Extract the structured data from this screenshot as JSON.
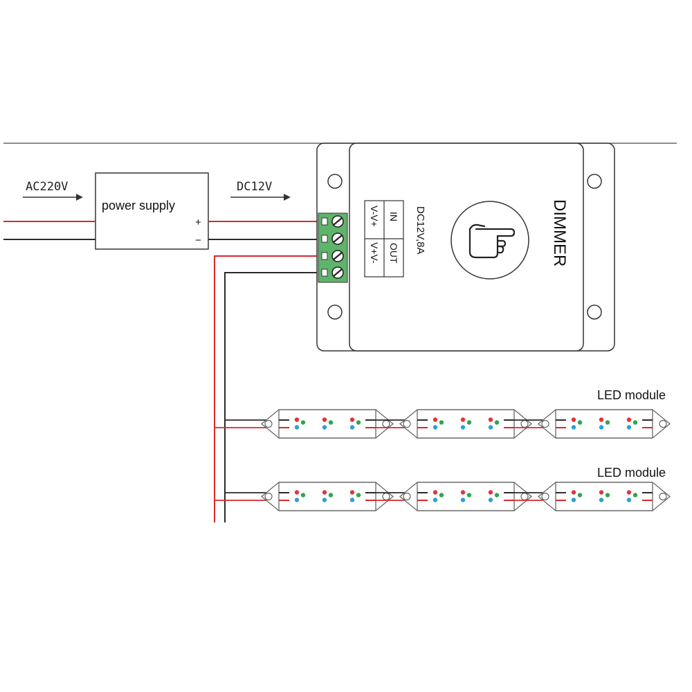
{
  "input_label": "AC220V",
  "output_label": "DC12V",
  "power_supply": {
    "label": "power supply",
    "plus": "+",
    "minus": "−"
  },
  "dimmer": {
    "title": "DIMMER",
    "rating": "DC12V,8A",
    "in_label": "IN",
    "out_label": "OUT",
    "in_pins": "V-V+",
    "out_pins": "V+V-",
    "icon": "pointing-hand-icon"
  },
  "led_rows": [
    {
      "label": "LED module",
      "module_count": 3
    },
    {
      "label": "LED module",
      "module_count": 3
    }
  ],
  "colors": {
    "wire_red": "#d9262b",
    "wire_black": "#2a2a2a",
    "terminal_green": "#5fb36b",
    "led_red": "#e0353a",
    "led_green": "#2fa64b",
    "led_blue": "#2e9fd6"
  }
}
